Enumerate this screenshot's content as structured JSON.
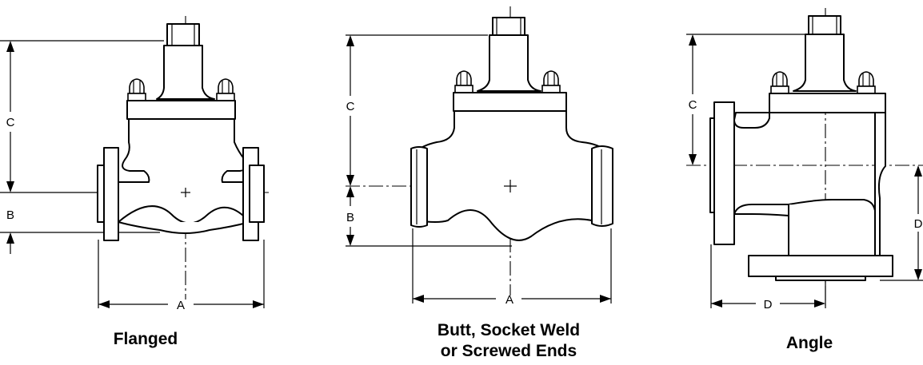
{
  "views": [
    {
      "caption": "Flanged",
      "dims": {
        "a": "A",
        "b": "B",
        "c": "C"
      }
    },
    {
      "caption_line1": "Butt, Socket Weld",
      "caption_line2": "or Screwed Ends",
      "dims": {
        "a": "A",
        "b": "B",
        "c": "C"
      }
    },
    {
      "caption": "Angle",
      "dims": {
        "c": "C",
        "d_vertical": "D",
        "d_horizontal": "D"
      }
    }
  ]
}
